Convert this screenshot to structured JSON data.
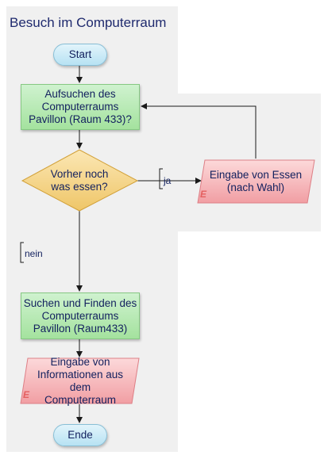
{
  "title": "Besuch im Computerraum",
  "nodes": {
    "start": "Start",
    "aufsuchen": "Aufsuchen des Computerraums Pavillon (Raum 433)?",
    "decision": "Vorher noch was essen?",
    "eingabe_essen": "Eingabe von Essen (nach Wahl)",
    "suchen": "Suchen und Finden des Computerraums Pavillon (Raum433)",
    "eingabe_info": "Eingabe von Informationen aus dem Computerraum",
    "ende": "Ende"
  },
  "edges": {
    "ja": "ja",
    "nein": "nein"
  },
  "markers": {
    "input": "E"
  },
  "colors": {
    "process_fill": "#b8eab5",
    "terminal_fill": "#c6ebf8",
    "decision_fill": "#f5d88c",
    "input_fill": "#f7b5b8",
    "text": "#12205e",
    "panel": "#f0f0f0"
  }
}
